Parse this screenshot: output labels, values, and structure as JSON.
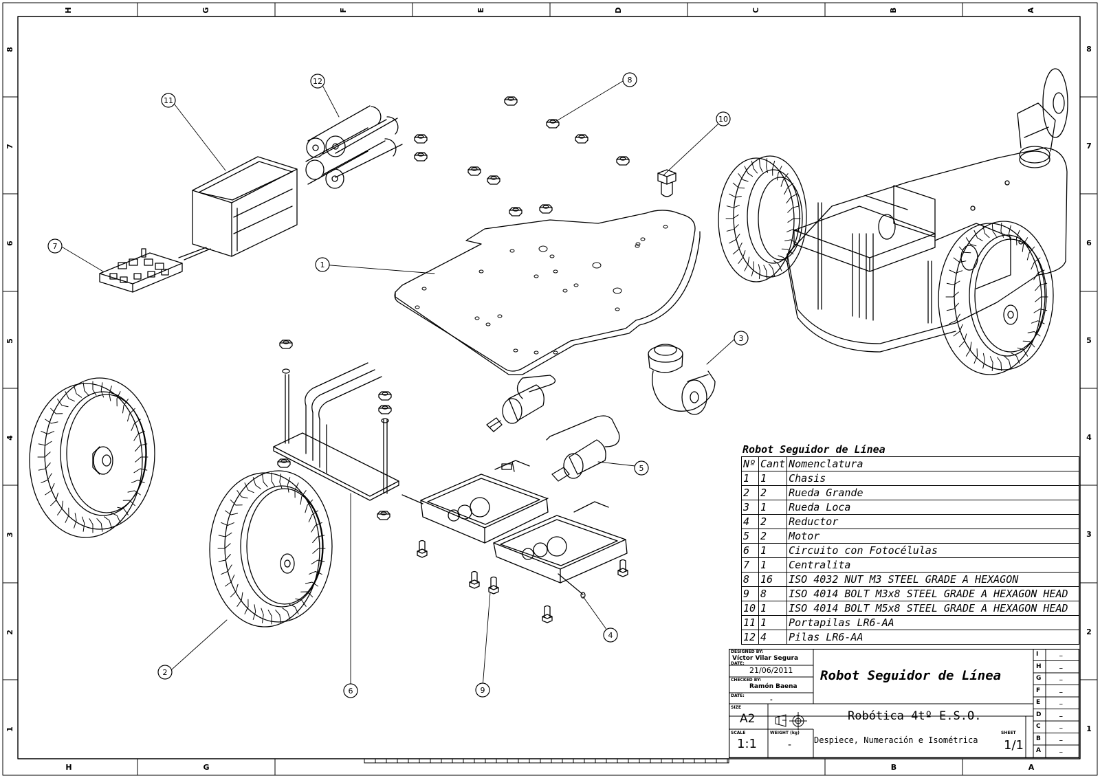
{
  "zones": {
    "columns": [
      "H",
      "G",
      "F",
      "E",
      "D",
      "C",
      "B",
      "A"
    ],
    "rows": [
      "8",
      "7",
      "6",
      "5",
      "4",
      "3",
      "2",
      "1"
    ]
  },
  "balloons": [
    "1",
    "2",
    "3",
    "4",
    "5",
    "6",
    "7",
    "8",
    "9",
    "10",
    "11",
    "12"
  ],
  "bom": {
    "title": "Robot Seguidor de Línea",
    "headers": [
      "Nº",
      "Cant",
      "Nomenclatura"
    ],
    "rows": [
      [
        "1",
        "1",
        "Chasis"
      ],
      [
        "2",
        "2",
        "Rueda Grande"
      ],
      [
        "3",
        "1",
        "Rueda Loca"
      ],
      [
        "4",
        "2",
        "Reductor"
      ],
      [
        "5",
        "2",
        "Motor"
      ],
      [
        "6",
        "1",
        "Circuito con Fotocélulas"
      ],
      [
        "7",
        "1",
        "Centralita"
      ],
      [
        "8",
        "16",
        "ISO 4032 NUT M3 STEEL GRADE A HEXAGON"
      ],
      [
        "9",
        "8",
        "ISO 4014 BOLT M3x8 STEEL GRADE A HEXAGON HEAD"
      ],
      [
        "10",
        "1",
        "ISO 4014 BOLT M5x8 STEEL GRADE A HEXAGON HEAD"
      ],
      [
        "11",
        "1",
        "Portapilas LR6-AA"
      ],
      [
        "12",
        "4",
        "Pilas LR6-AA"
      ]
    ]
  },
  "title_block": {
    "designed_by_label": "DESIGNED BY:",
    "designed_by": "Víctor Vilar Segura",
    "date_label": "DATE:",
    "date": "21/06/2011",
    "checked_by_label": "CHECKED BY:",
    "checked_by": "Ramón Baena",
    "date2_label": "DATE:",
    "date2": "-",
    "size_label": "SIZE",
    "size": "A2",
    "scale_label": "SCALE",
    "scale": "1:1",
    "weight_label": "WEIGHT (kg)",
    "weight": "-",
    "sheet_label": "SHEET",
    "sheet": "1/1",
    "title": "Robot Seguidor de Línea",
    "subject": "Robótica 4tº E.S.O.",
    "description": "Despiece, Numeración e Isométrica",
    "revisions": [
      {
        "letter": "I",
        "value": "_"
      },
      {
        "letter": "H",
        "value": "_"
      },
      {
        "letter": "G",
        "value": "_"
      },
      {
        "letter": "F",
        "value": "_"
      },
      {
        "letter": "E",
        "value": "_"
      },
      {
        "letter": "D",
        "value": "_"
      },
      {
        "letter": "C",
        "value": "_"
      },
      {
        "letter": "B",
        "value": "_"
      },
      {
        "letter": "A",
        "value": "_"
      }
    ]
  }
}
